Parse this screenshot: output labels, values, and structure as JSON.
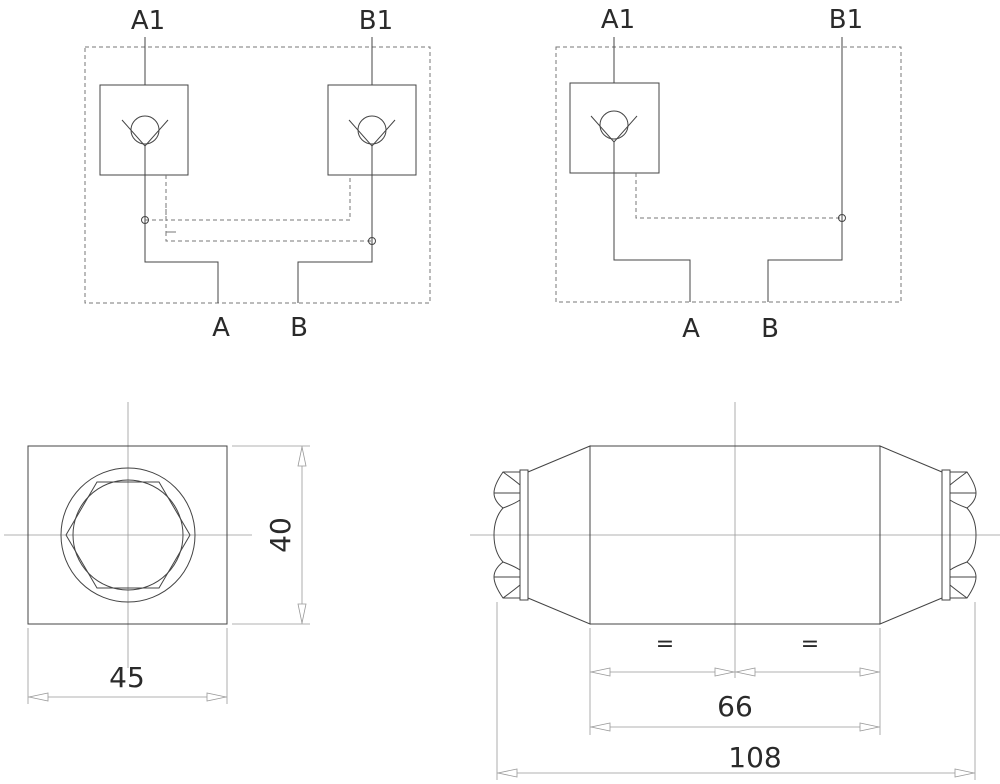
{
  "schematic_double": {
    "port_a1": "A1",
    "port_b1": "B1",
    "port_a": "A",
    "port_b": "B"
  },
  "schematic_single": {
    "port_a1": "A1",
    "port_b1": "B1",
    "port_a": "A",
    "port_b": "B"
  },
  "end_view": {
    "height_dim": "40",
    "width_dim": "45"
  },
  "side_view": {
    "equal_left": "=",
    "equal_right": "=",
    "body_length_dim": "66",
    "total_length_dim": "108"
  }
}
